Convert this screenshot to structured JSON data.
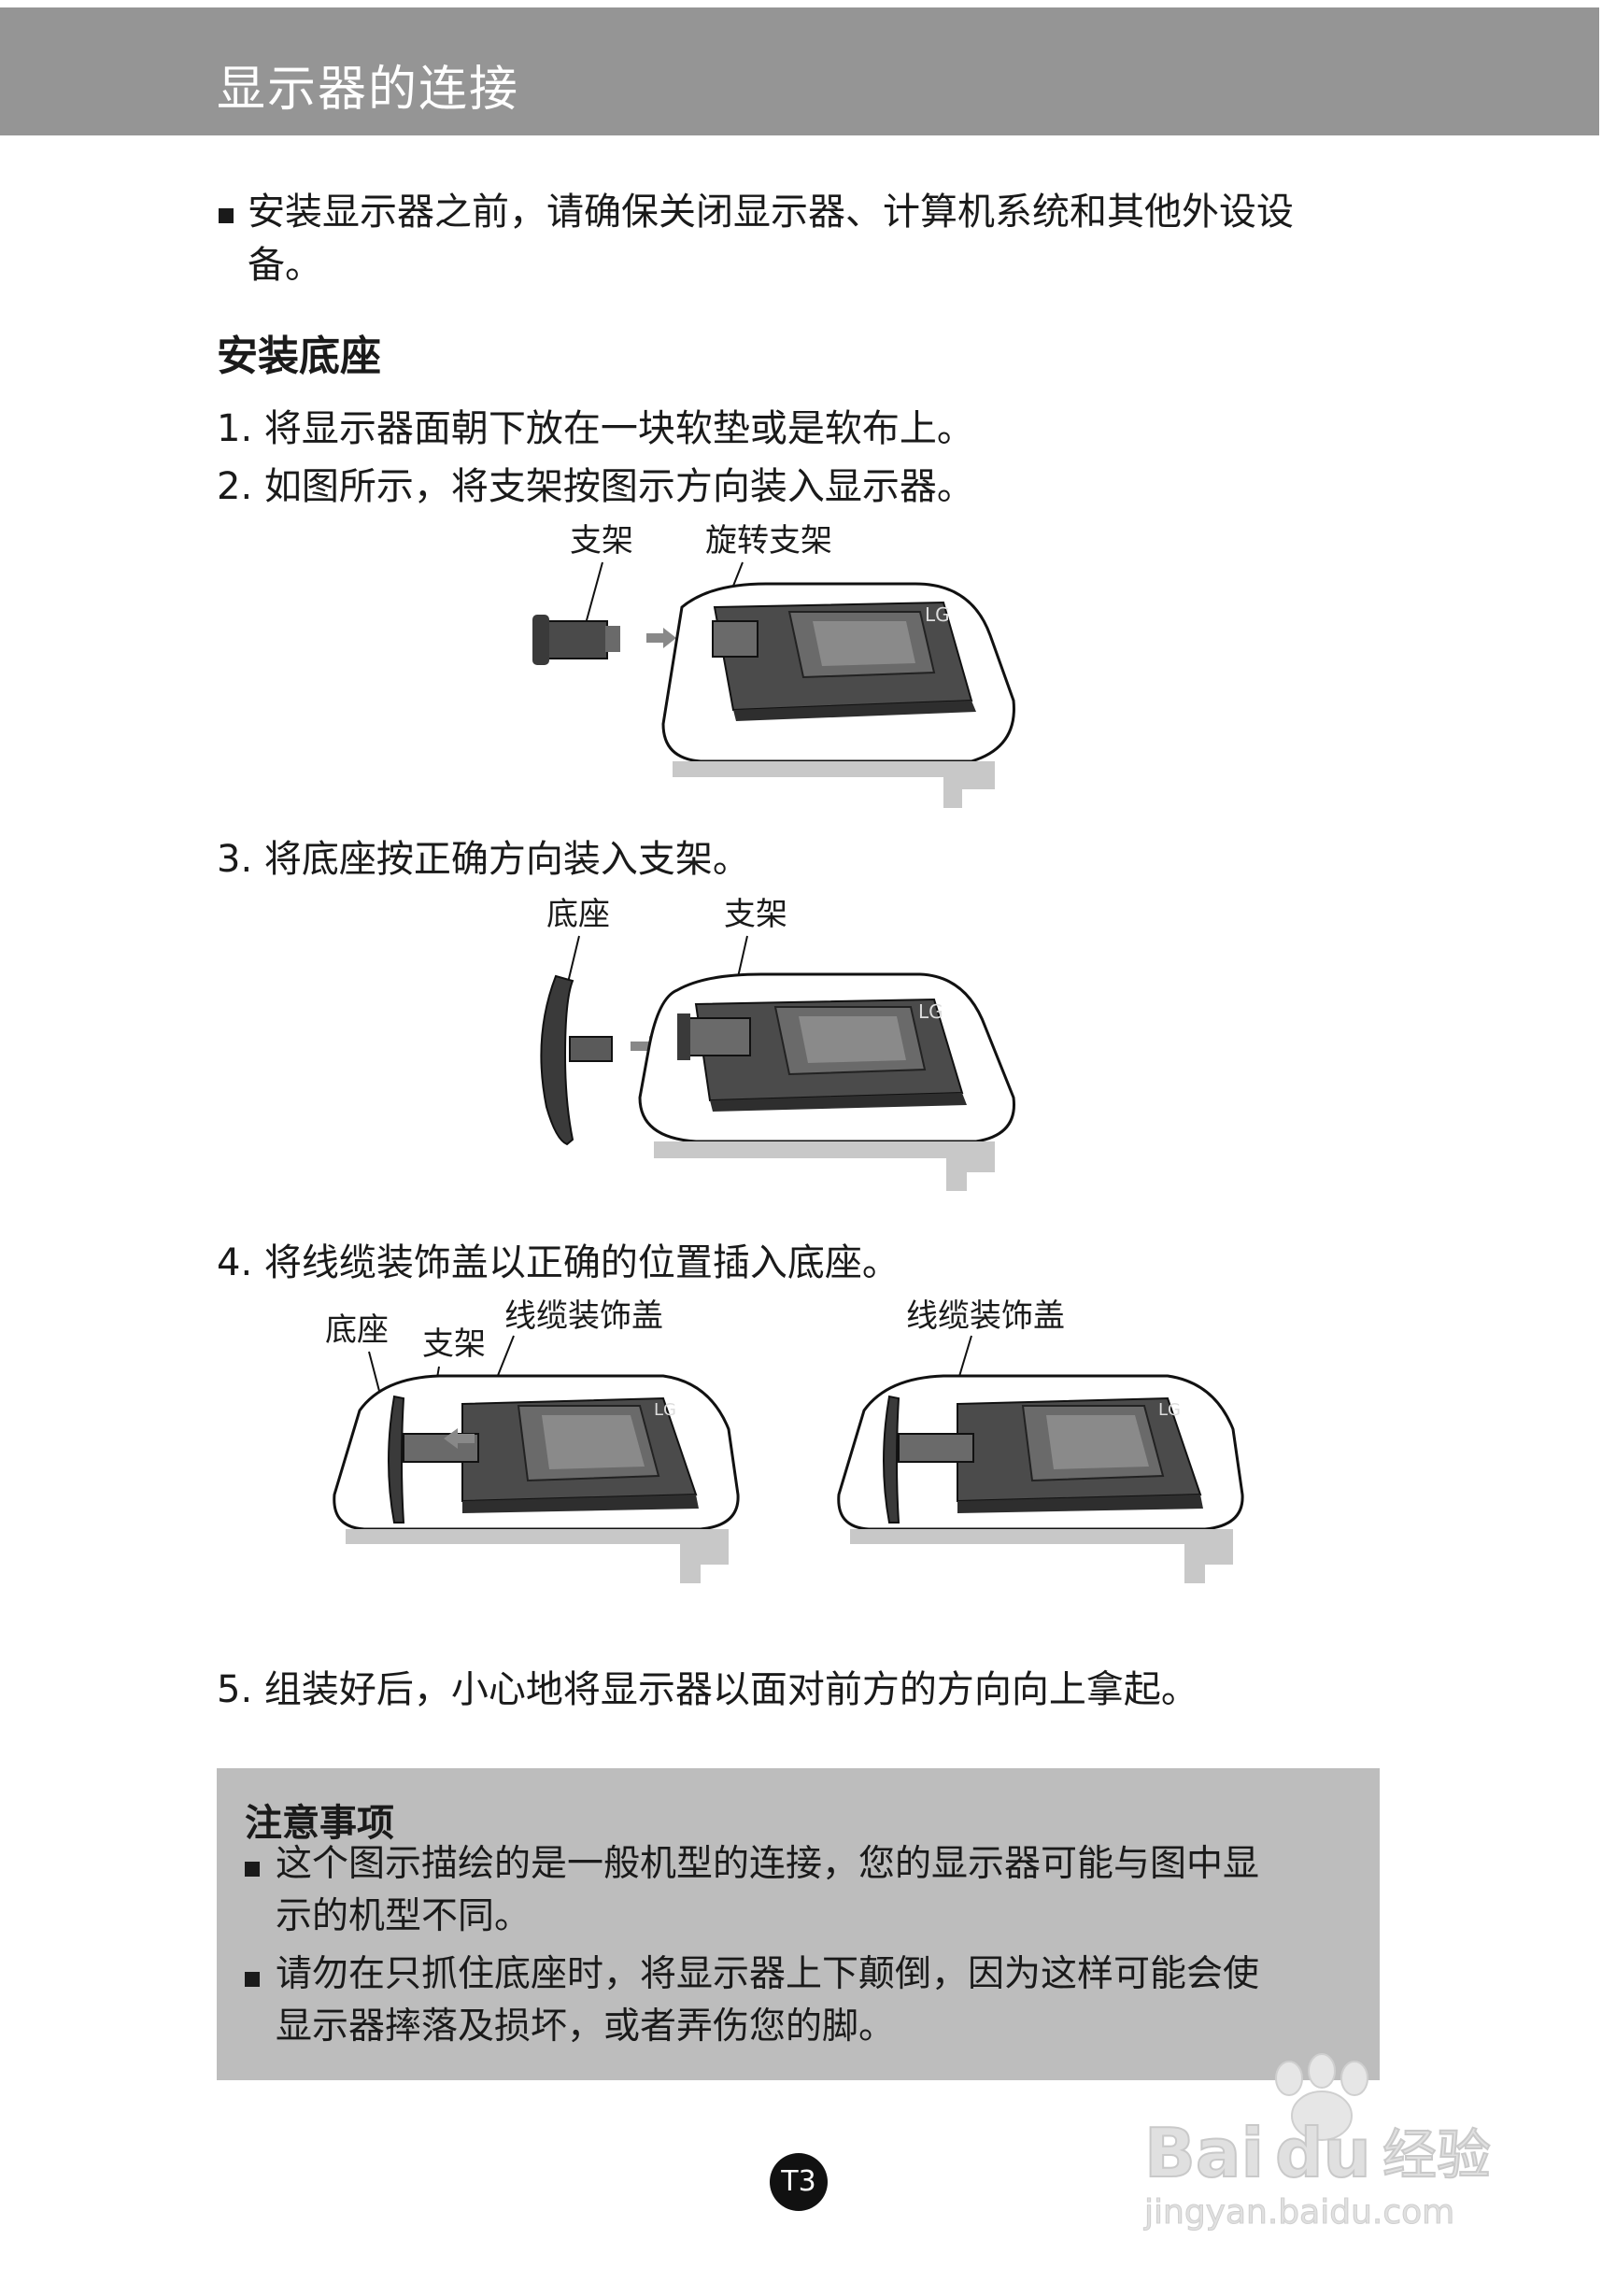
{
  "header": {
    "title": "显示器的连接"
  },
  "intro": {
    "line1": "安装显示器之前，请确保关闭显示器、计算机系统和其他外设设",
    "line2": "备。"
  },
  "section_title": "安装底座",
  "steps": [
    "1. 将显示器面朝下放在一块软垫或是软布上。",
    "2. 如图所示，将支架按图示方向装入显示器。",
    "3. 将底座按正确方向装入支架。",
    "4. 将线缆装饰盖以正确的位置插入底座。",
    "5. 组装好后，小心地将显示器以面对前方的方向向上拿起。"
  ],
  "figures": {
    "fig1": {
      "label_a": "支架",
      "label_b": "旋转支架"
    },
    "fig2": {
      "label_a": "底座",
      "label_b": "支架"
    },
    "fig3": {
      "label_a": "底座",
      "label_b": "支架",
      "label_c": "线缆装饰盖",
      "label_d": "线缆装饰盖"
    }
  },
  "note": {
    "title": "注意事项",
    "item1_line1": "这个图示描绘的是一般机型的连接，您的显示器可能与图中显",
    "item1_line2": "示的机型不同。",
    "item2_line1": "请勿在只抓住底座时，将显示器上下颠倒，因为这样可能会使",
    "item2_line2": "显示器摔落及损坏，或者弄伤您的脚。"
  },
  "page_number": "T3",
  "watermark": {
    "brand": "Bai du 经验",
    "url": "jingyan.baidu.com"
  }
}
